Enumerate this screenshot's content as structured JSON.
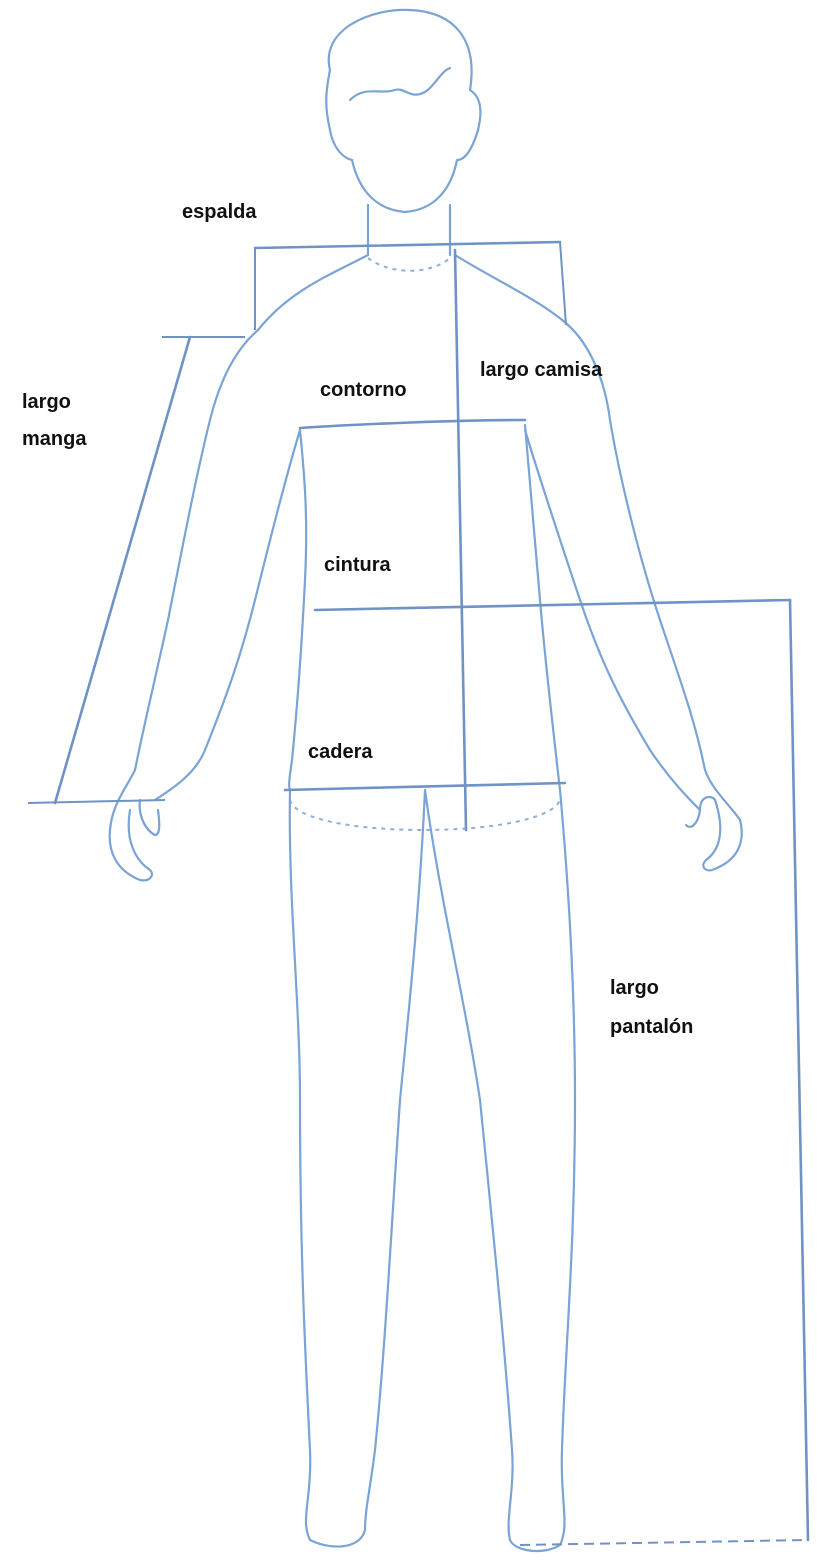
{
  "labels": {
    "espalda": "espalda",
    "largo_camisa": "largo camisa",
    "largo_manga_1": "largo",
    "largo_manga_2": "manga",
    "contorno": "contorno",
    "cintura": "cintura",
    "cadera": "cadera",
    "largo_pantalon_1": "largo",
    "largo_pantalon_2": "pantalón"
  },
  "colors": {
    "sketch_line": "#7aa3d6",
    "measurement_line": "#6f93c4",
    "label_text": "#111111",
    "background": "#ffffff"
  }
}
